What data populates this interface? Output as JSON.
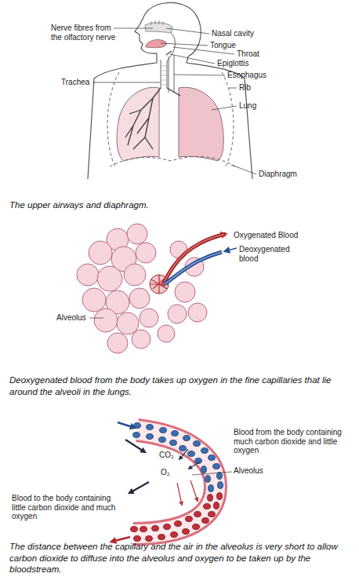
{
  "diagram": {
    "labels": [
      "Nerve fibres from the olfactory nerve",
      "Nasal cavity",
      "Tongue",
      "Throat",
      "Epiglottis",
      "Trachea",
      "Esophagus",
      "Rib",
      "Lung",
      "Diaphragm",
      "The upper airways and diaphragm.",
      "Oxygenated Blood",
      "Deoxygenated blood",
      "Alveolus",
      "Deoxygenated blood from the body takes up oxygen in the fine capillaries that lie around the alveoli in the lungs.",
      "Blood from the body containing much carbon dioxide and little oxygen",
      "CO₂",
      "Alveolus",
      "O₂",
      "Blood to the body containing little carbon dioxide and much oxygen",
      "The distance between the capillary and the air in the alveolus is very short to allow carbon dioxide to diffuse into the alveolus and oxygen to be taken up by the bloodstream."
    ]
  }
}
